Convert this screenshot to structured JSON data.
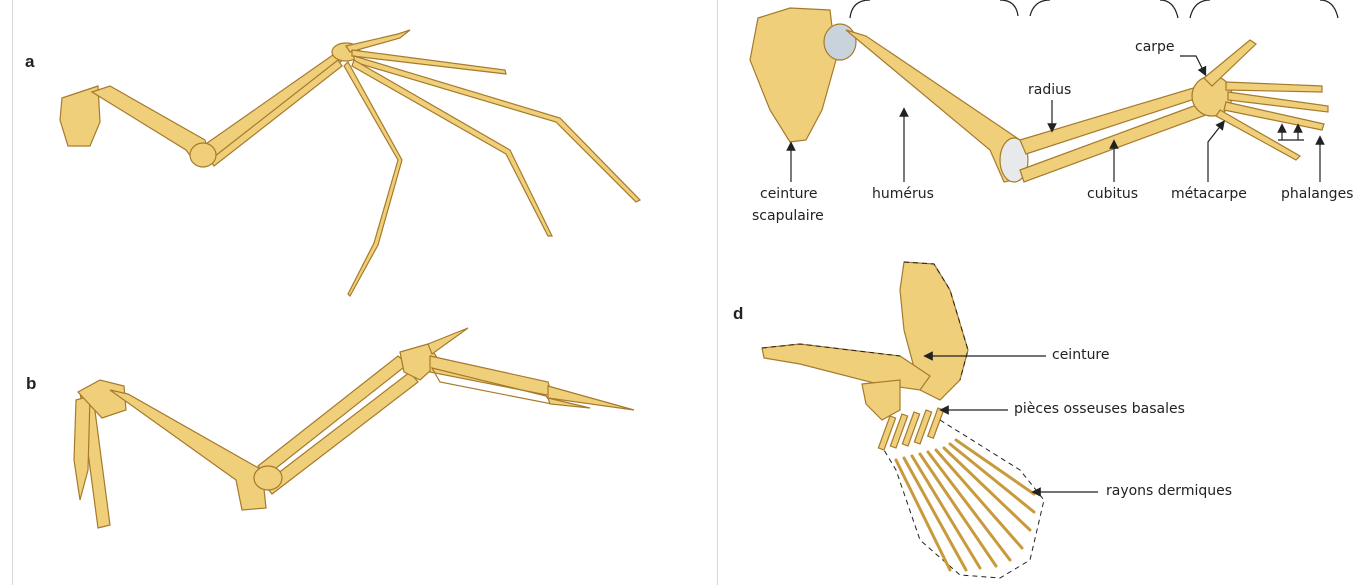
{
  "panels": {
    "a": {
      "letter": "a"
    },
    "b": {
      "letter": "b"
    },
    "d": {
      "letter": "d"
    }
  },
  "labels_c": {
    "carpe": "carpe",
    "radius": "radius",
    "ceinture_scapulaire_1": "ceinture",
    "ceinture_scapulaire_2": "scapulaire",
    "humerus": "humérus",
    "cubitus": "cubitus",
    "metacarpe": "métacarpe",
    "phalanges": "phalanges"
  },
  "labels_d": {
    "ceinture": "ceinture",
    "pieces": "pièces osseuses basales",
    "rayons": "rayons dermiques"
  },
  "colors": {
    "bone": "#f0cf7a",
    "bone_shadow": "#c99a3c",
    "cartilage": "#c8d3dc",
    "line": "#222222"
  }
}
